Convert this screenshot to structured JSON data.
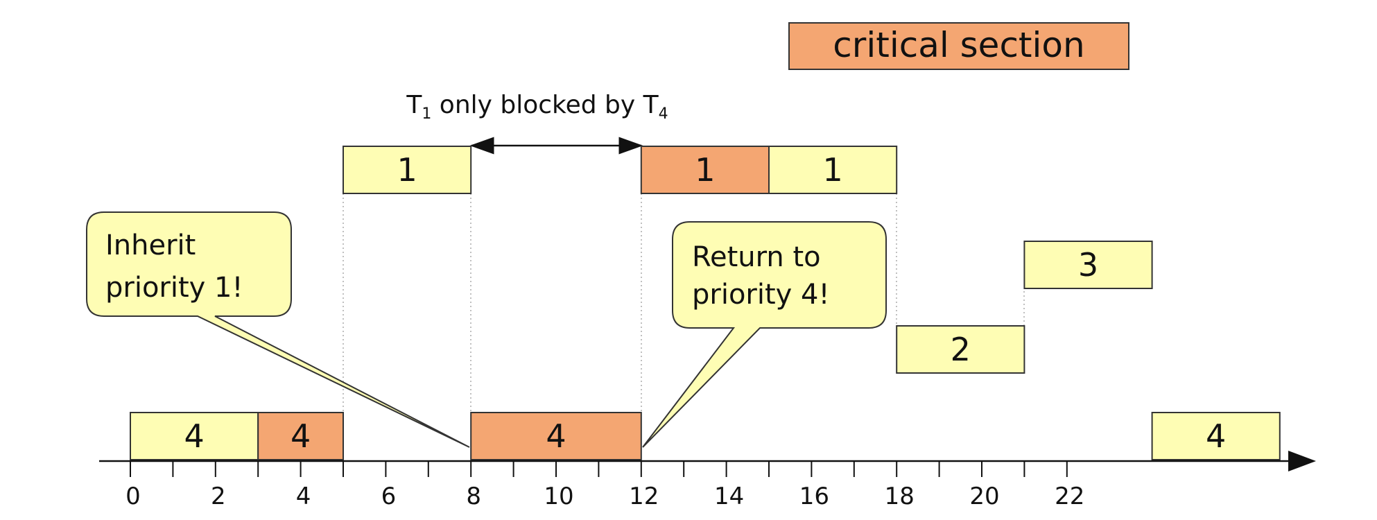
{
  "legend": {
    "label": "critical section",
    "fill": "#f4a672"
  },
  "annotation": {
    "text": "T",
    "sub1": "1",
    "mid": " only blocked by T",
    "sub2": "4"
  },
  "callouts": [
    {
      "lines": [
        "Inherit",
        "priority 1!"
      ]
    },
    {
      "lines": [
        "Return to",
        "priority 4!"
      ]
    }
  ],
  "colors": {
    "normal": "#fefdb4",
    "critical": "#f4a672",
    "stroke": "#333333"
  },
  "axis": {
    "ticks": [
      "0",
      "2",
      "4",
      "6",
      "8",
      "10",
      "12",
      "14",
      "16",
      "18",
      "20",
      "22"
    ]
  },
  "segments": [
    {
      "label": "4",
      "kind": "normal"
    },
    {
      "label": "4",
      "kind": "critical"
    },
    {
      "label": "1",
      "kind": "normal"
    },
    {
      "label": "4",
      "kind": "critical"
    },
    {
      "label": "1",
      "kind": "critical"
    },
    {
      "label": "1",
      "kind": "normal"
    },
    {
      "label": "2",
      "kind": "normal"
    },
    {
      "label": "3",
      "kind": "normal"
    },
    {
      "label": "4",
      "kind": "normal"
    }
  ]
}
